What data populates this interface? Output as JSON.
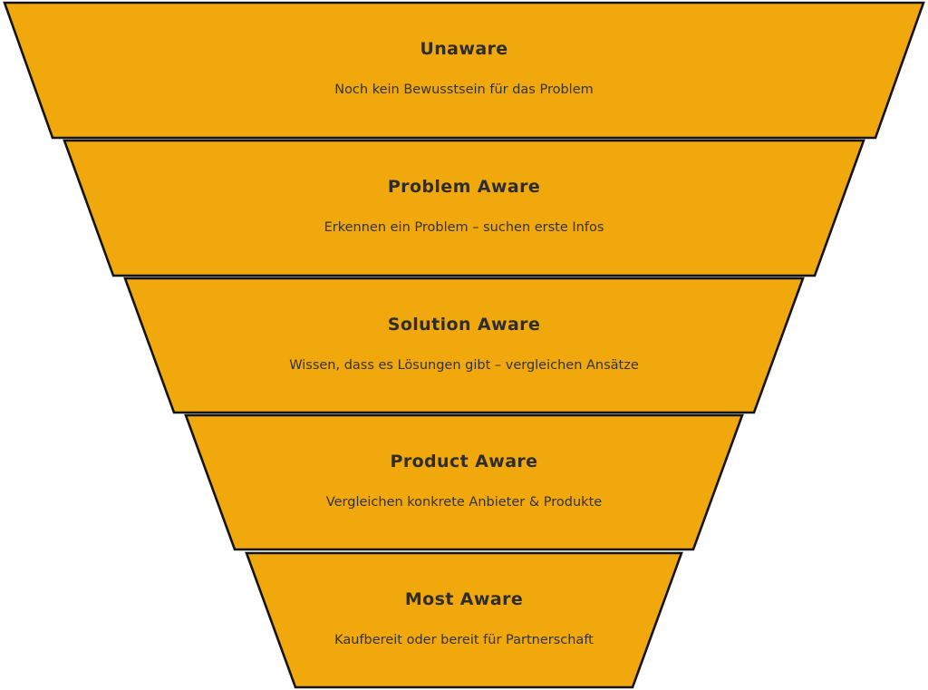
{
  "diagram": {
    "type": "funnel",
    "orientation": "inverted",
    "stage_count": 5,
    "stages": [
      {
        "title": "Unaware",
        "description": "Noch kein Bewusstsein für das Problem"
      },
      {
        "title": "Problem Aware",
        "description": "Erkennen ein Problem – suchen erste Infos"
      },
      {
        "title": "Solution Aware",
        "description": "Wissen, dass es Lösungen gibt – vergleichen Ansätze"
      },
      {
        "title": "Product Aware",
        "description": "Vergleichen konkrete Anbieter & Produkte"
      },
      {
        "title": "Most Aware",
        "description": "Kaufbereit oder bereit für Partnerschaft"
      }
    ],
    "colors": {
      "stage_fill": "#F0A80C",
      "stage_outline": "#141414",
      "title_text": "#2D2D2D",
      "description_text": "#333333",
      "background": "#FFFFFF"
    }
  }
}
